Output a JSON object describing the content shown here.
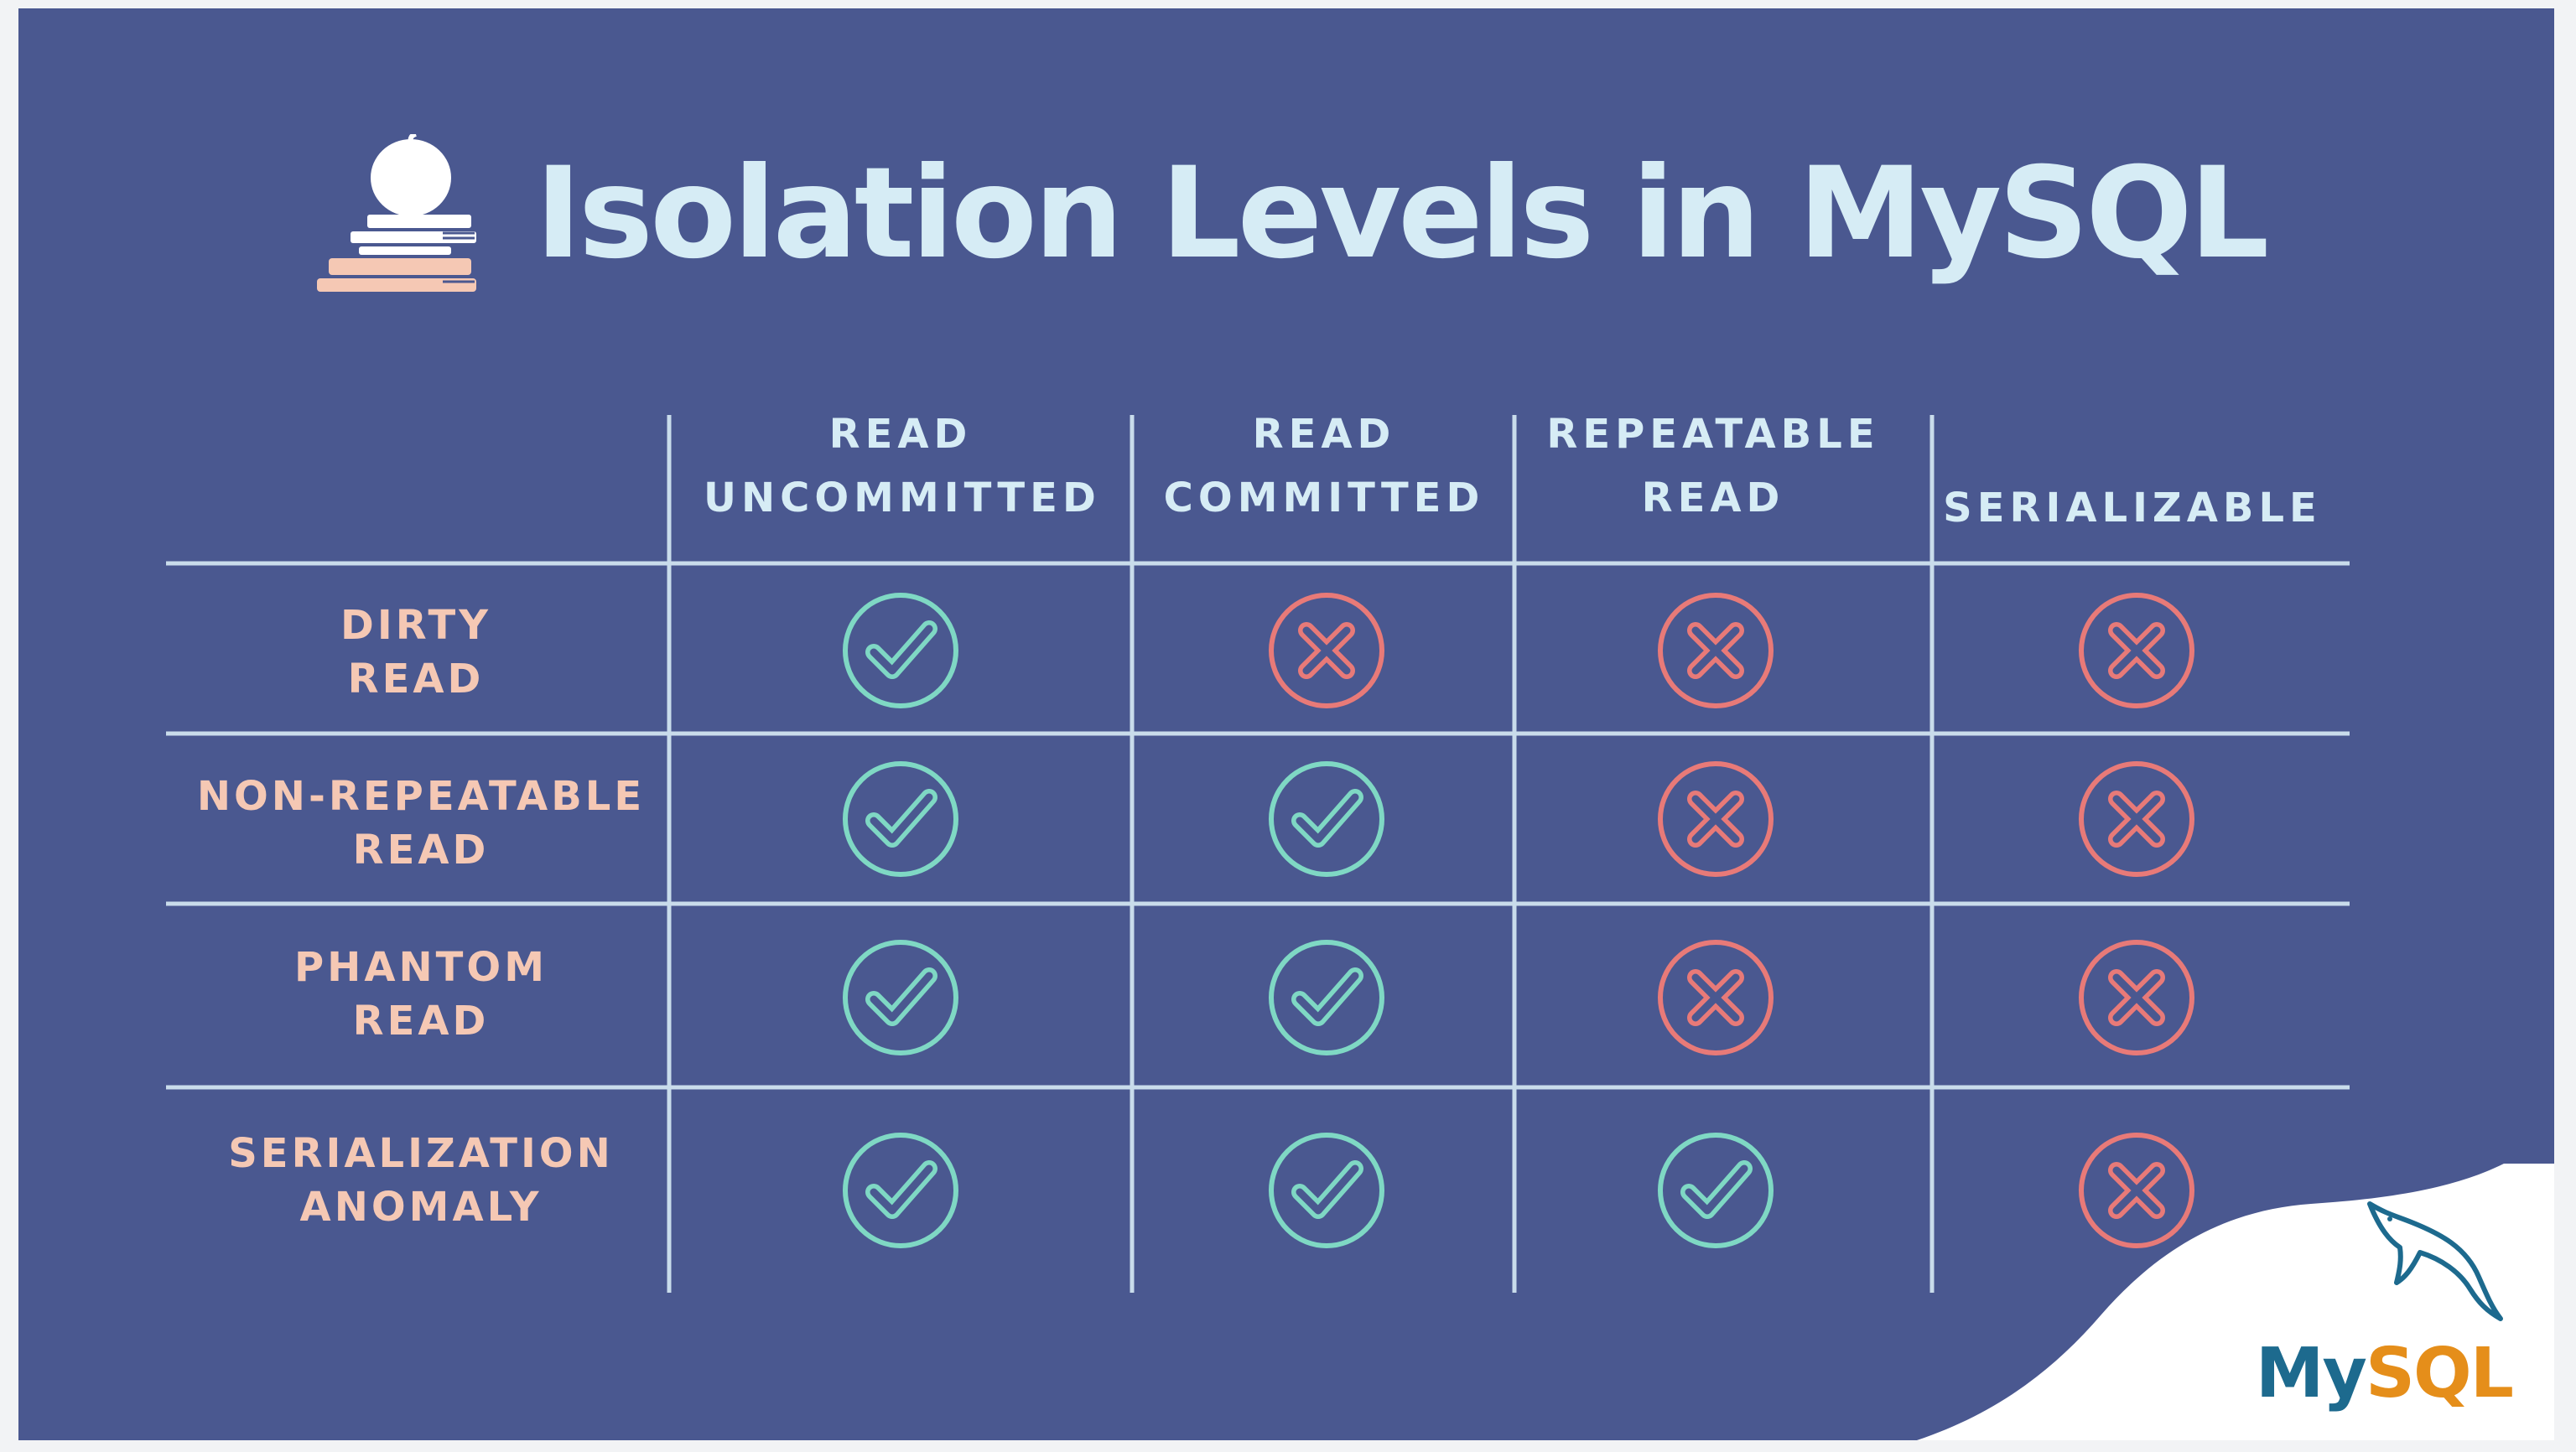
{
  "title": "Isolation Levels in MySQL",
  "columns": [
    {
      "line1": "READ",
      "line2": "UNCOMMITTED"
    },
    {
      "line1": "READ",
      "line2": "COMMITTED"
    },
    {
      "line1": "REPEATABLE",
      "line2": "READ"
    },
    {
      "line1": "",
      "line2": "SERIALIZABLE"
    }
  ],
  "rows": [
    {
      "line1": "DIRTY",
      "line2": "READ",
      "values": [
        "check",
        "cross",
        "cross",
        "cross"
      ]
    },
    {
      "line1": "NON-REPEATABLE",
      "line2": "READ",
      "values": [
        "check",
        "check",
        "cross",
        "cross"
      ]
    },
    {
      "line1": "PHANTOM",
      "line2": "READ",
      "values": [
        "check",
        "check",
        "cross",
        "cross"
      ]
    },
    {
      "line1": "SERIALIZATION",
      "line2": "ANOMALY",
      "values": [
        "check",
        "check",
        "check",
        "cross"
      ]
    }
  ],
  "logo": {
    "my": "My",
    "sql": "SQL"
  },
  "icons": {
    "title": "books-apple-icon",
    "check": "check-circle-icon",
    "cross": "cross-circle-icon",
    "logo": "dolphin-icon"
  },
  "colors": {
    "background": "#4a5890",
    "title": "#d6ecf5",
    "column_header": "#d6ecf5",
    "row_header": "#f5c8b4",
    "check": "#7fd8c4",
    "cross": "#e87a78",
    "grid": "#c9dceb",
    "logo_my": "#1d6a8e",
    "logo_sql": "#e58e1a"
  }
}
